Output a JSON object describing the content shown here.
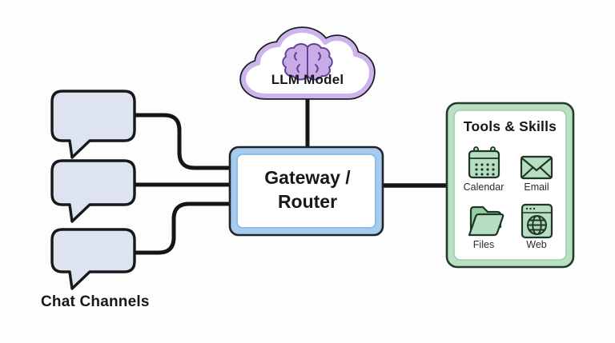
{
  "diagram": {
    "title_implicit": "LLM chat gateway architecture",
    "cloud": {
      "label": "LLM Model",
      "icon": "brain-icon"
    },
    "gateway": {
      "label": "Gateway / Router"
    },
    "tools_panel": {
      "title": "Tools & Skills",
      "items": [
        {
          "label": "Calendar",
          "icon": "calendar-icon"
        },
        {
          "label": "Email",
          "icon": "email-icon"
        },
        {
          "label": "Files",
          "icon": "folder-icon"
        },
        {
          "label": "Web",
          "icon": "globe-icon"
        }
      ]
    },
    "chat_channels": {
      "label": "Chat Channels",
      "bubble_count": 3
    },
    "colors": {
      "background": "#fdfdfd",
      "cloud_border": "#cdb4ec",
      "brain_fill": "#c9abe8",
      "gateway_border": "#a6cbee",
      "tools_border": "#b9e0c3",
      "tool_icon_fill": "#b5dfc0",
      "bubble_fill": "#dde4ef",
      "connector": "#151517"
    }
  }
}
